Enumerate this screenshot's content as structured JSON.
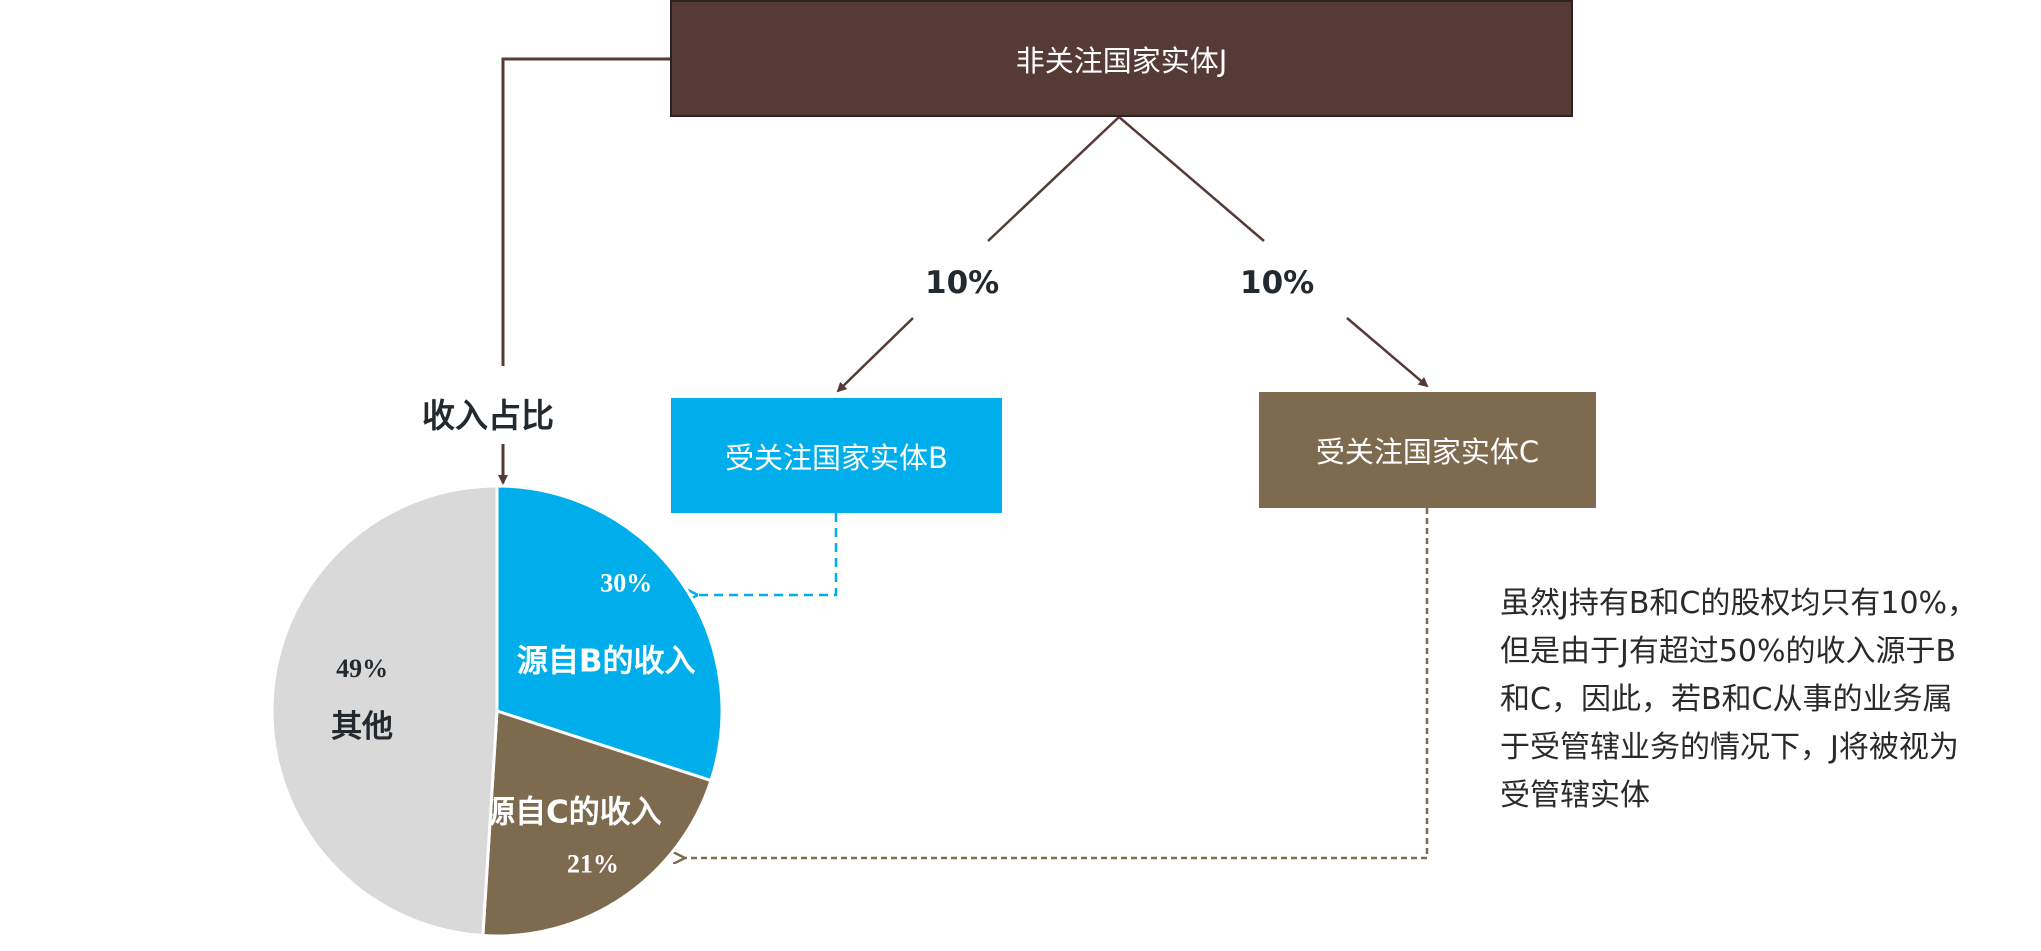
{
  "entities": {
    "j": {
      "label": "非关注国家实体J"
    },
    "b": {
      "label": "受关注国家实体B"
    },
    "c": {
      "label": "受关注国家实体C"
    }
  },
  "ownership": {
    "j_to_b": "10%",
    "j_to_c": "10%"
  },
  "income_title": "收入占比",
  "colors": {
    "entity_j": "#553a36",
    "entity_b": "#00aeeb",
    "entity_c": "#7e6a4e",
    "other": "#d9d9d9",
    "text_dark": "#222a30"
  },
  "chart_data": {
    "type": "pie",
    "title": "收入占比",
    "slices": [
      {
        "name": "源自B的收入",
        "value": 30,
        "label": "30%",
        "color": "#00aeeb",
        "text_color": "#ffffff"
      },
      {
        "name": "源自C的收入",
        "value": 21,
        "label": "21%",
        "color": "#7e6a4e",
        "text_color": "#ffffff"
      },
      {
        "name": "其他",
        "value": 49,
        "label": "49%",
        "color": "#d9d9d9",
        "text_color": "#222a30"
      }
    ]
  },
  "note": {
    "lines": [
      "虽然J持有B和C的股权均只有10%，",
      "但是由于J有超过50%的收入源于B",
      "和C，因此，若B和C从事的业务属",
      "于受管辖业务的情况下，J将被视为",
      "受管辖实体"
    ]
  }
}
